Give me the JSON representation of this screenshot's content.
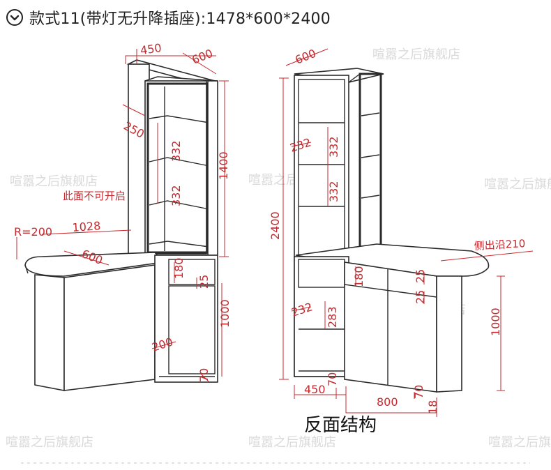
{
  "header": {
    "icon": "chevron-down-circle-icon",
    "title": "款式11(带灯无升降插座):1478*600*2400"
  },
  "watermark": "喧嚣之后旗舰店",
  "front_view": {
    "dims": {
      "tower_width": "450",
      "tower_depth": "600",
      "top_shelf": "250",
      "shelf_1": "332",
      "shelf_2": "332",
      "tower_height": "1400",
      "radius": "R=200",
      "desk_length": "1028",
      "desk_depth": "600",
      "drawer_height": "180",
      "drawer_gap": "25",
      "cabinet_height": "1000",
      "door_offset": "200",
      "plinth": "70"
    },
    "note": "此面不可开启"
  },
  "back_view": {
    "dims": {
      "tower_depth": "600",
      "shelf_top": "232",
      "shelf_1": "332",
      "shelf_2": "332",
      "total_height": "2400",
      "overhang": "侧出沿210",
      "drawer_height": "180",
      "drawer_gap_a": "25",
      "drawer_gap_b": "25",
      "low_shelf_top": "232",
      "low_shelf": "283",
      "cabinet_height": "1000",
      "plinth_a": "70",
      "plinth_b": "70",
      "bottom_width_a": "450",
      "bottom_width_b": "800",
      "side_gap": "18"
    },
    "caption": "反面结构"
  }
}
